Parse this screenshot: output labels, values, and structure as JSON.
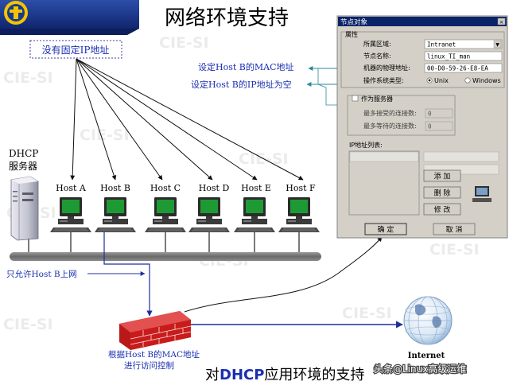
{
  "title": "网络环境支持",
  "caption": {
    "prefix": "对",
    "emphasis": "DHCP",
    "suffix": "应用环境的支持"
  },
  "watermark_text": "CIE-SI",
  "no_fixed_ip_label": "没有固定IP地址",
  "dhcp_server_label": [
    "DHCP",
    "服务器"
  ],
  "hosts": [
    "Host A",
    "Host B",
    "Host C",
    "Host D",
    "Host E",
    "Host F"
  ],
  "notes": {
    "set_mac": "设定Host B的MAC地址",
    "set_ip_empty": "设定Host B的IP地址为空",
    "only_host_b": "只允许Host B上网",
    "firewall_control": [
      "根据Host B的MAC地址",
      "进行访问控制"
    ]
  },
  "internet_label": "Internet",
  "source_credit": "头条@Linux高级运维",
  "dialog": {
    "title": "节点对象",
    "section_properties": "属性",
    "fields": [
      {
        "label": "所属区域:",
        "value": "Intranet"
      },
      {
        "label": "节点名称:",
        "value": "linux_TI_man"
      },
      {
        "label": "机器的物理地址:",
        "value": "00-D0-59-26-E8-EA"
      }
    ],
    "os_label": "操作系统类型:",
    "os_options": [
      "Unix",
      "Windows"
    ],
    "server_checkbox": "作为服务器",
    "max_connections_label": "最多接受的连接数:",
    "max_connections_value": "0",
    "max_wait_label": "最多等待的连接数:",
    "max_wait_value": "0",
    "ip_list_label": "IP地址列表:",
    "btn_add": "添 加",
    "btn_delete": "删 除",
    "btn_modify": "修 改",
    "btn_ok": "确 定",
    "btn_cancel": "取 消"
  },
  "colors": {
    "title_bar_blue": "#1a3a8c",
    "line_blue": "#1f2f9e",
    "note_blue": "#1a2fb0",
    "firewall_red": "#c81c1c",
    "monitor_green": "#1e9a34",
    "dialog_gray": "#d4d0c8"
  }
}
